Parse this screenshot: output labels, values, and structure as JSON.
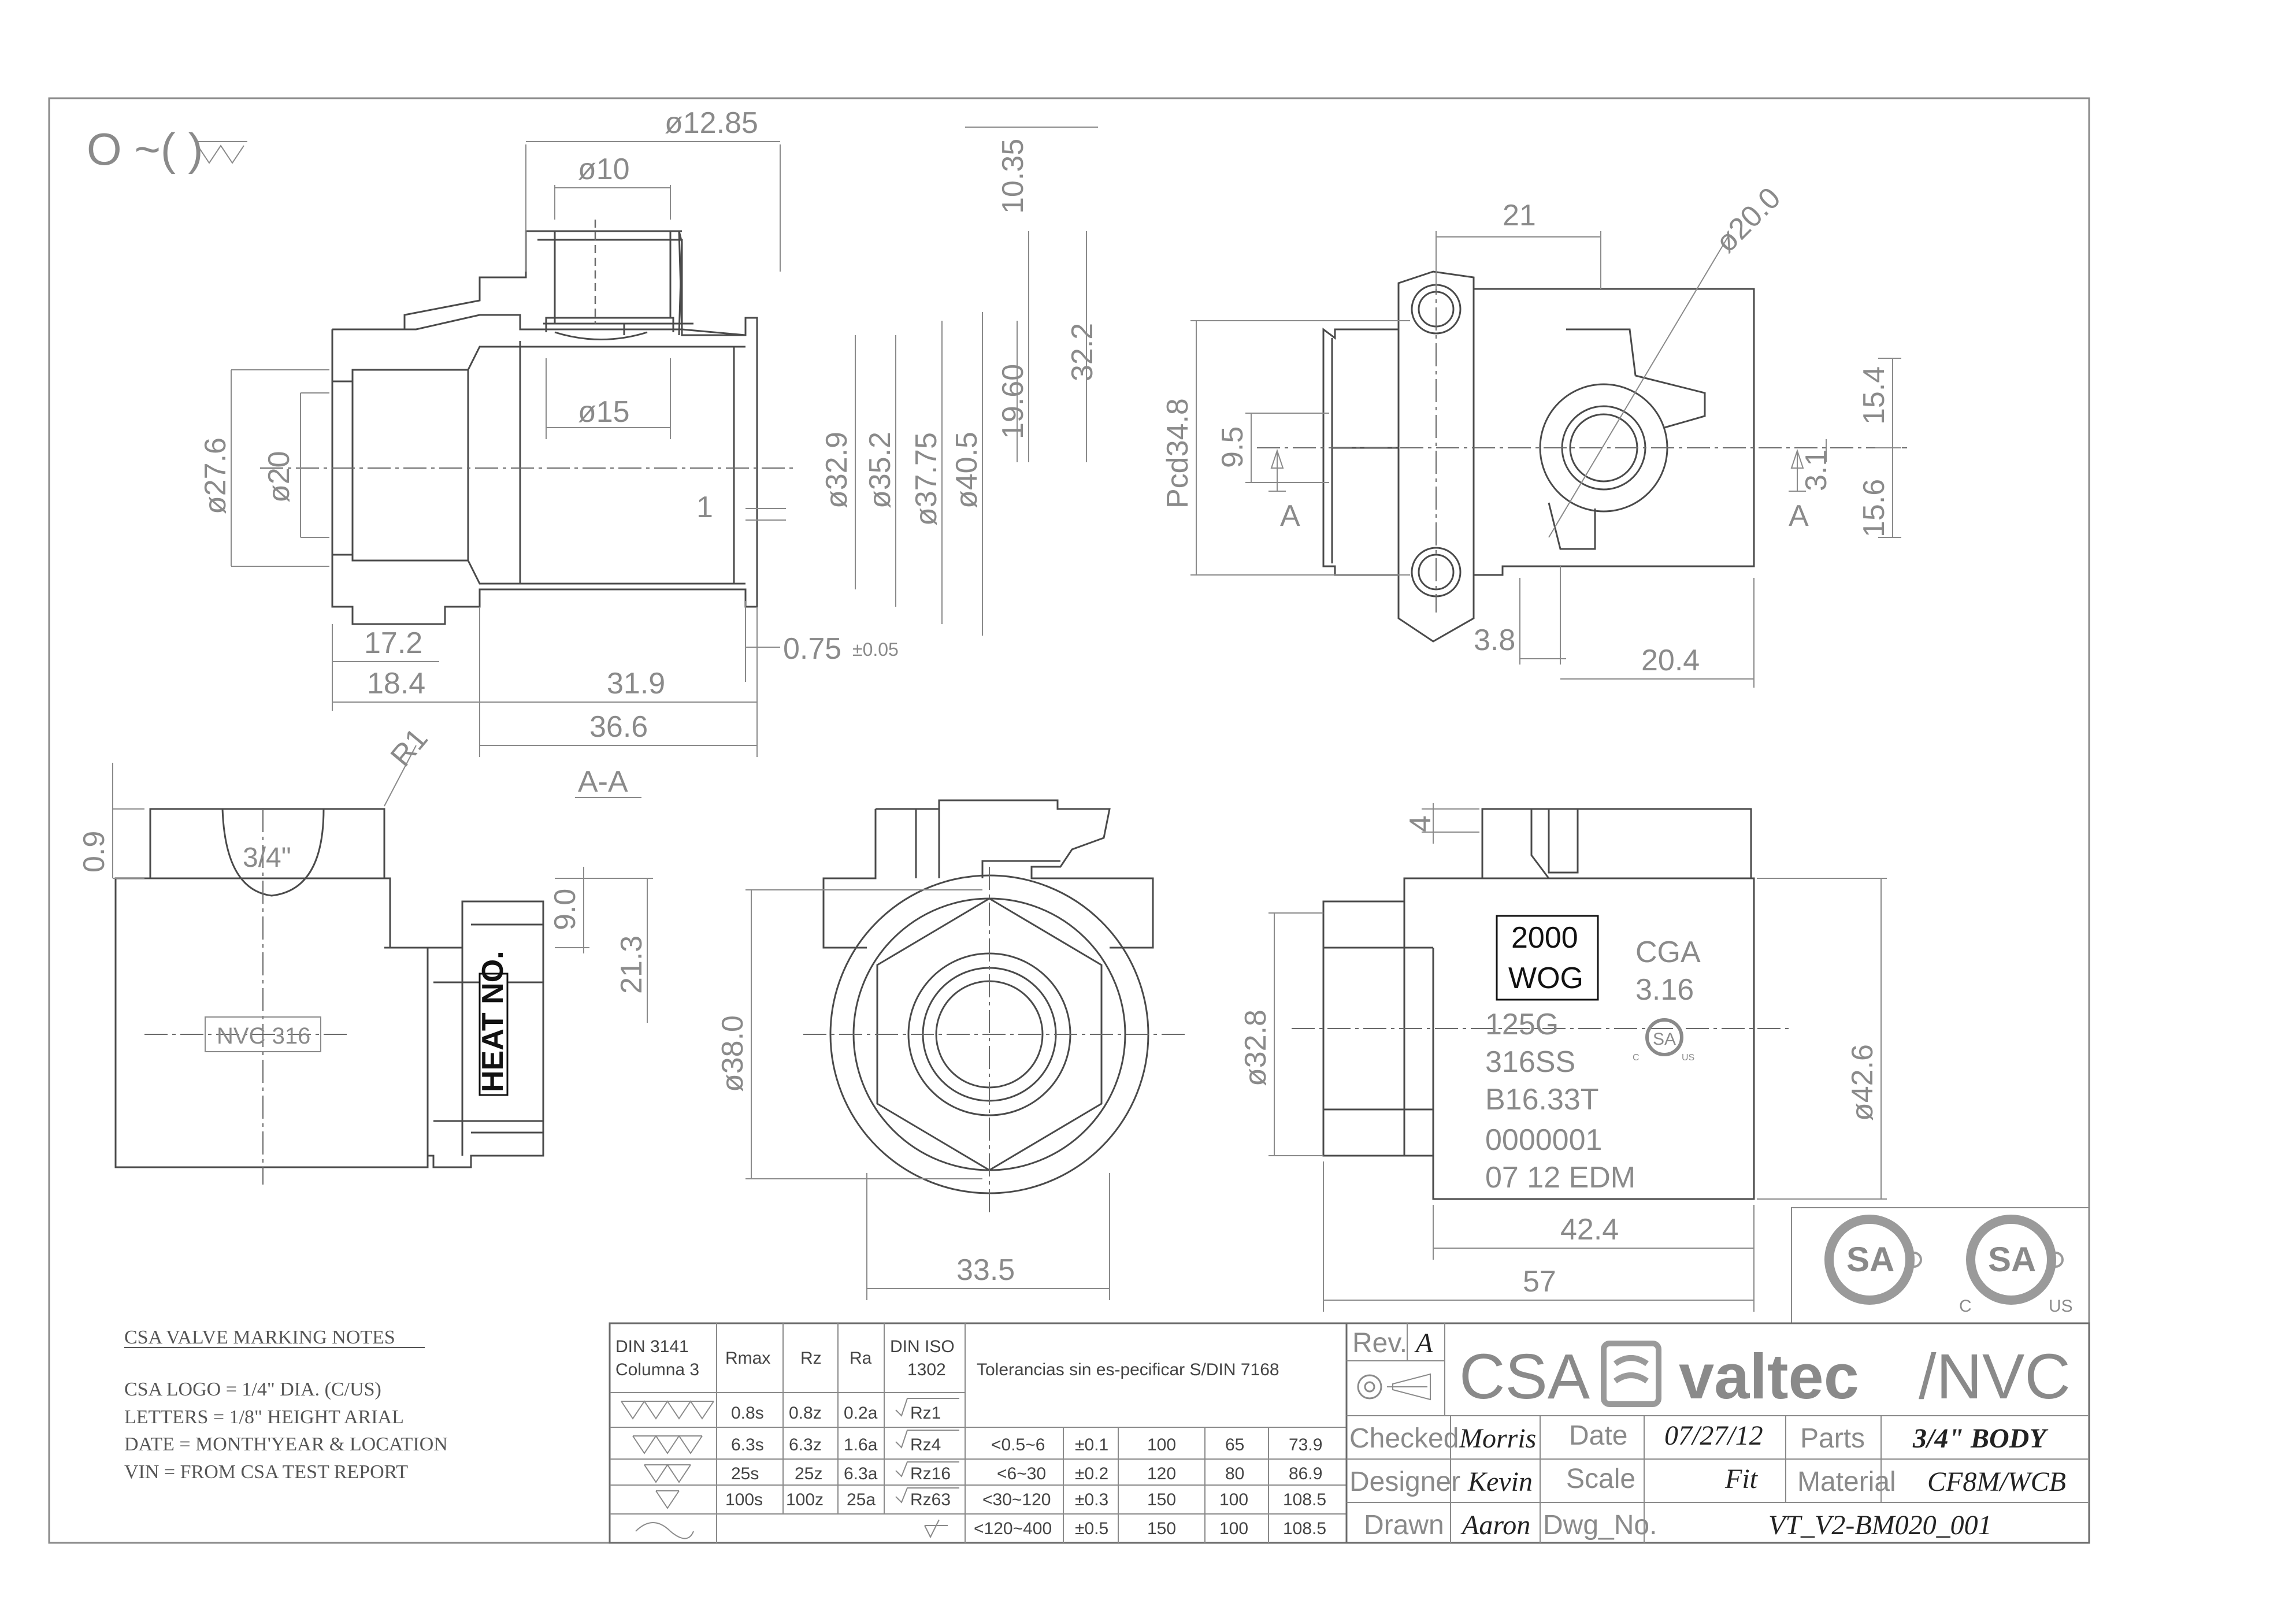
{
  "header_symbol": "O ~(  )",
  "section_label": "A-A",
  "section_arrow_label": "A",
  "dimensions": {
    "d12_85": "ø12.85",
    "d10": "ø10",
    "d15": "ø15",
    "d27_6": "ø27.6",
    "d20": "ø20",
    "d32_9": "ø32.9",
    "d35_2": "ø35.2",
    "d37_75": "ø37.75",
    "d40_5": "ø40.5",
    "v10_35": "10.35",
    "v32_2": "32.2",
    "v19_60": "19.60",
    "one": "1",
    "h17_2": "17.2",
    "h18_4": "18.4",
    "h31_9": "31.9",
    "h36_6": "36.6",
    "h0_75": "0.75",
    "tol_0_75": "±0.05",
    "r21": "21",
    "d20_0": "ø20.0",
    "pcd34_8": "Pcd34.8",
    "v9_5": "9.5",
    "v15_4": "15.4",
    "v3_1": "3.1",
    "v15_6": "15.6",
    "h3_8": "3.8",
    "h20_4": "20.4",
    "r1": "R1",
    "v0_9": "0.9",
    "v9_0": "9.0",
    "v21_3": "21.3",
    "d38_0": "ø38.0",
    "h33_5": "33.5",
    "v4": "4",
    "d32_8": "ø32.8",
    "d42_6": "ø42.6",
    "h42_4": "42.4",
    "h57": "57"
  },
  "body_markings": {
    "size": "3/4\"",
    "nvc": "NVC 316",
    "heat_no": "HEAT NO.",
    "wog_1": "2000",
    "wog_2": "WOG",
    "cga_1": "CGA",
    "cga_2": "3.16",
    "lines": [
      "125G",
      "316SS",
      "B16.33T",
      "0000001",
      "07 12 EDM"
    ]
  },
  "notes": {
    "title": "CSA VALVE MARKING NOTES",
    "lines": [
      "CSA LOGO = 1/4\" DIA. (C/US)",
      "LETTERS = 1/8\" HEIGHT ARIAL",
      "DATE = MONTH'YEAR & LOCATION",
      "VIN = FROM CSA TEST REPORT"
    ]
  },
  "roughness_table": {
    "headers": [
      "DIN 3141\nColumna 3",
      "Rmax",
      "Rz",
      "Ra",
      "DIN ISO\n1302"
    ],
    "rows": [
      {
        "rmax": "0.8s",
        "rz": "0.8z",
        "ra": "0.2a",
        "iso": "Rz1"
      },
      {
        "rmax": "6.3s",
        "rz": "6.3z",
        "ra": "1.6a",
        "iso": "Rz4"
      },
      {
        "rmax": "25s",
        "rz": "25z",
        "ra": "6.3a",
        "iso": "Rz16"
      },
      {
        "rmax": "100s",
        "rz": "100z",
        "ra": "25a",
        "iso": "Rz63"
      }
    ]
  },
  "tolerance_table": {
    "title": "Tolerancias sin es-pecificar S/DIN 7168",
    "rows": [
      [
        "<0.5~6",
        "±0.1",
        "100",
        "65",
        "73.9"
      ],
      [
        "<6~30",
        "±0.2",
        "120",
        "80",
        "86.9"
      ],
      [
        "<30~120",
        "±0.3",
        "150",
        "100",
        "108.5"
      ],
      [
        "<120~400",
        "±0.5",
        "150",
        "100",
        "108.5"
      ]
    ]
  },
  "title_block": {
    "rev_label": "Rev.",
    "rev_value": "A",
    "brand_csa": "CSA",
    "brand_valtec": "valtec",
    "brand_nvc": "/NVC",
    "checked_label": "Checked",
    "checked_value": "Morris",
    "date_label": "Date",
    "date_value": "07/27/12",
    "parts_label": "Parts",
    "parts_value": "3/4\" BODY",
    "designer_label": "Designer",
    "designer_value": "Kevin",
    "scale_label": "Scale",
    "scale_value": "Fit",
    "material_label": "Material",
    "material_value": "CF8M/WCB",
    "drawn_label": "Drawn",
    "drawn_value": "Aaron",
    "dwg_label": "Dwg_No.",
    "dwg_value": "VT_V2-BM020_001"
  },
  "cert_logos": {
    "c": "C",
    "us": "US"
  }
}
